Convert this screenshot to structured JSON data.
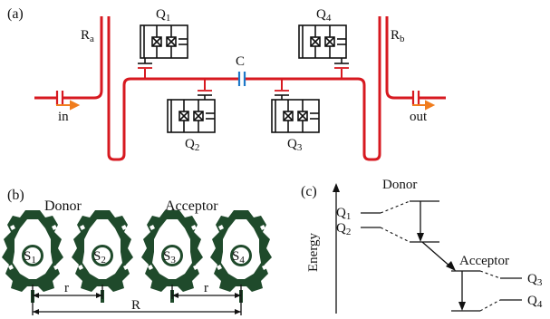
{
  "panels": {
    "a": "(a)",
    "b": "(b)",
    "c": "(c)"
  },
  "circuit": {
    "ra": {
      "main": "R",
      "sub": "a"
    },
    "rb": {
      "main": "R",
      "sub": "b"
    },
    "coupler": "C",
    "in_label": "in",
    "out_label": "out",
    "qubits": [
      {
        "main": "Q",
        "sub": "1"
      },
      {
        "main": "Q",
        "sub": "2"
      },
      {
        "main": "Q",
        "sub": "3"
      },
      {
        "main": "Q",
        "sub": "4"
      }
    ]
  },
  "molecules": {
    "donor_label": "Donor",
    "acceptor_label": "Acceptor",
    "sites": [
      {
        "main": "S",
        "sub": "1"
      },
      {
        "main": "S",
        "sub": "2"
      },
      {
        "main": "S",
        "sub": "3"
      },
      {
        "main": "S",
        "sub": "4"
      }
    ],
    "r_label_1": "r",
    "r_label_2": "r",
    "R_label": "R"
  },
  "energy": {
    "axis_label": "Energy",
    "donor_label": "Donor",
    "acceptor_label": "Acceptor",
    "levels": [
      {
        "main": "Q",
        "sub": "1"
      },
      {
        "main": "Q",
        "sub": "2"
      },
      {
        "main": "Q",
        "sub": "3"
      },
      {
        "main": "Q",
        "sub": "4"
      }
    ]
  },
  "colors": {
    "resonator": "#d71920",
    "coupler": "#1e78c8",
    "arrow": "#f07d1e",
    "molecule": "#1f4a2b"
  }
}
